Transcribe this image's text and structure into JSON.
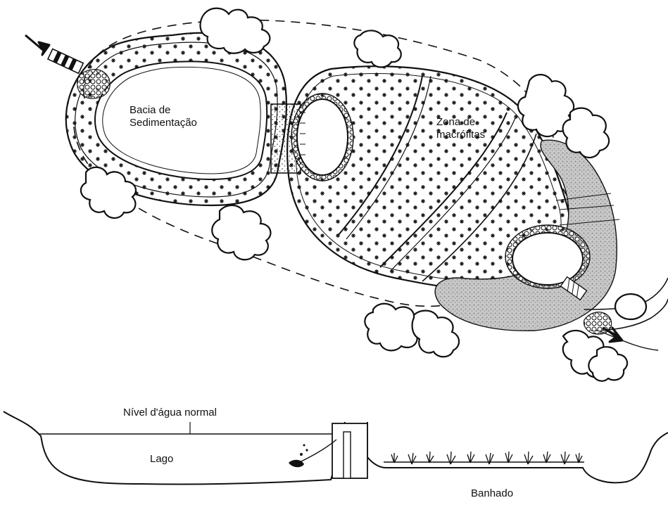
{
  "colors": {
    "ink": "#111111",
    "paper": "#ffffff",
    "wetland_shade": "#b9b9b9"
  },
  "plan_view": {
    "sedimentation_basin": {
      "line1": "Bacia de",
      "line2": "Sedimentação"
    },
    "macrophyte_zone": {
      "line1": "Zona de",
      "line2": "macrófitas"
    }
  },
  "section_view": {
    "water_level": "Nível d'água normal",
    "lake": "Lago",
    "wetland": "Banhado"
  }
}
